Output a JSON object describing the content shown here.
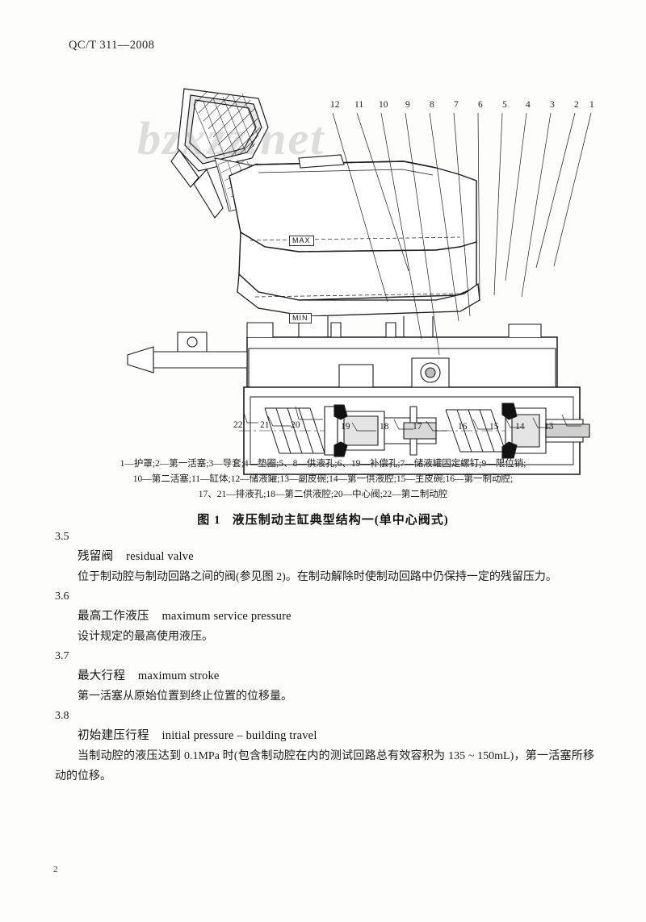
{
  "header": {
    "standard_code": "QC/T 311—2008"
  },
  "figure": {
    "watermark": "bzxzz.net",
    "reservoir_marks": {
      "max": "MAX",
      "min": "MIN"
    },
    "callouts_top": [
      "12",
      "11",
      "10",
      "9",
      "8",
      "7",
      "6",
      "5",
      "4",
      "3",
      "2",
      "1"
    ],
    "callouts_bottom": [
      "22",
      "21",
      "20",
      "19",
      "18",
      "17",
      "16",
      "15",
      "14",
      "13"
    ],
    "legend_lines": [
      "1—护罩;2—第一活塞;3—导套;4—垫圈;5、8—供液孔;6、19—补偿孔;7—储液罐固定螺钉;9—限位销;",
      "10—第二活塞;11—缸体;12—储液罐;13—副皮碗;14—第一供液腔;15—主皮碗;16—第一制动腔;",
      "17、21—排液孔;18—第二供液腔;20—中心阀;22—第二制动腔"
    ],
    "caption": "图 1   液压制动主缸典型结构一(单中心阀式)"
  },
  "sections": [
    {
      "number": "3.5",
      "term_cn": "残留阀",
      "term_en": "residual valve",
      "definition": "位于制动腔与制动回路之间的阀(参见图 2)。在制动解除时使制动回路中仍保持一定的残留压力。"
    },
    {
      "number": "3.6",
      "term_cn": "最高工作液压",
      "term_en": "maximum service pressure",
      "definition": "设计规定的最高使用液压。"
    },
    {
      "number": "3.7",
      "term_cn": "最大行程",
      "term_en": "maximum stroke",
      "definition": "第一活塞从原始位置到终止位置的位移量。"
    },
    {
      "number": "3.8",
      "term_cn": "初始建压行程",
      "term_en": "initial pressure – building travel",
      "definition": "当制动腔的液压达到 0.1MPa 时(包含制动腔在内的测试回路总有效容积为 135 ~ 150mL)，第一活塞所移动的位移。"
    }
  ],
  "footer": {
    "page_number": "2"
  }
}
